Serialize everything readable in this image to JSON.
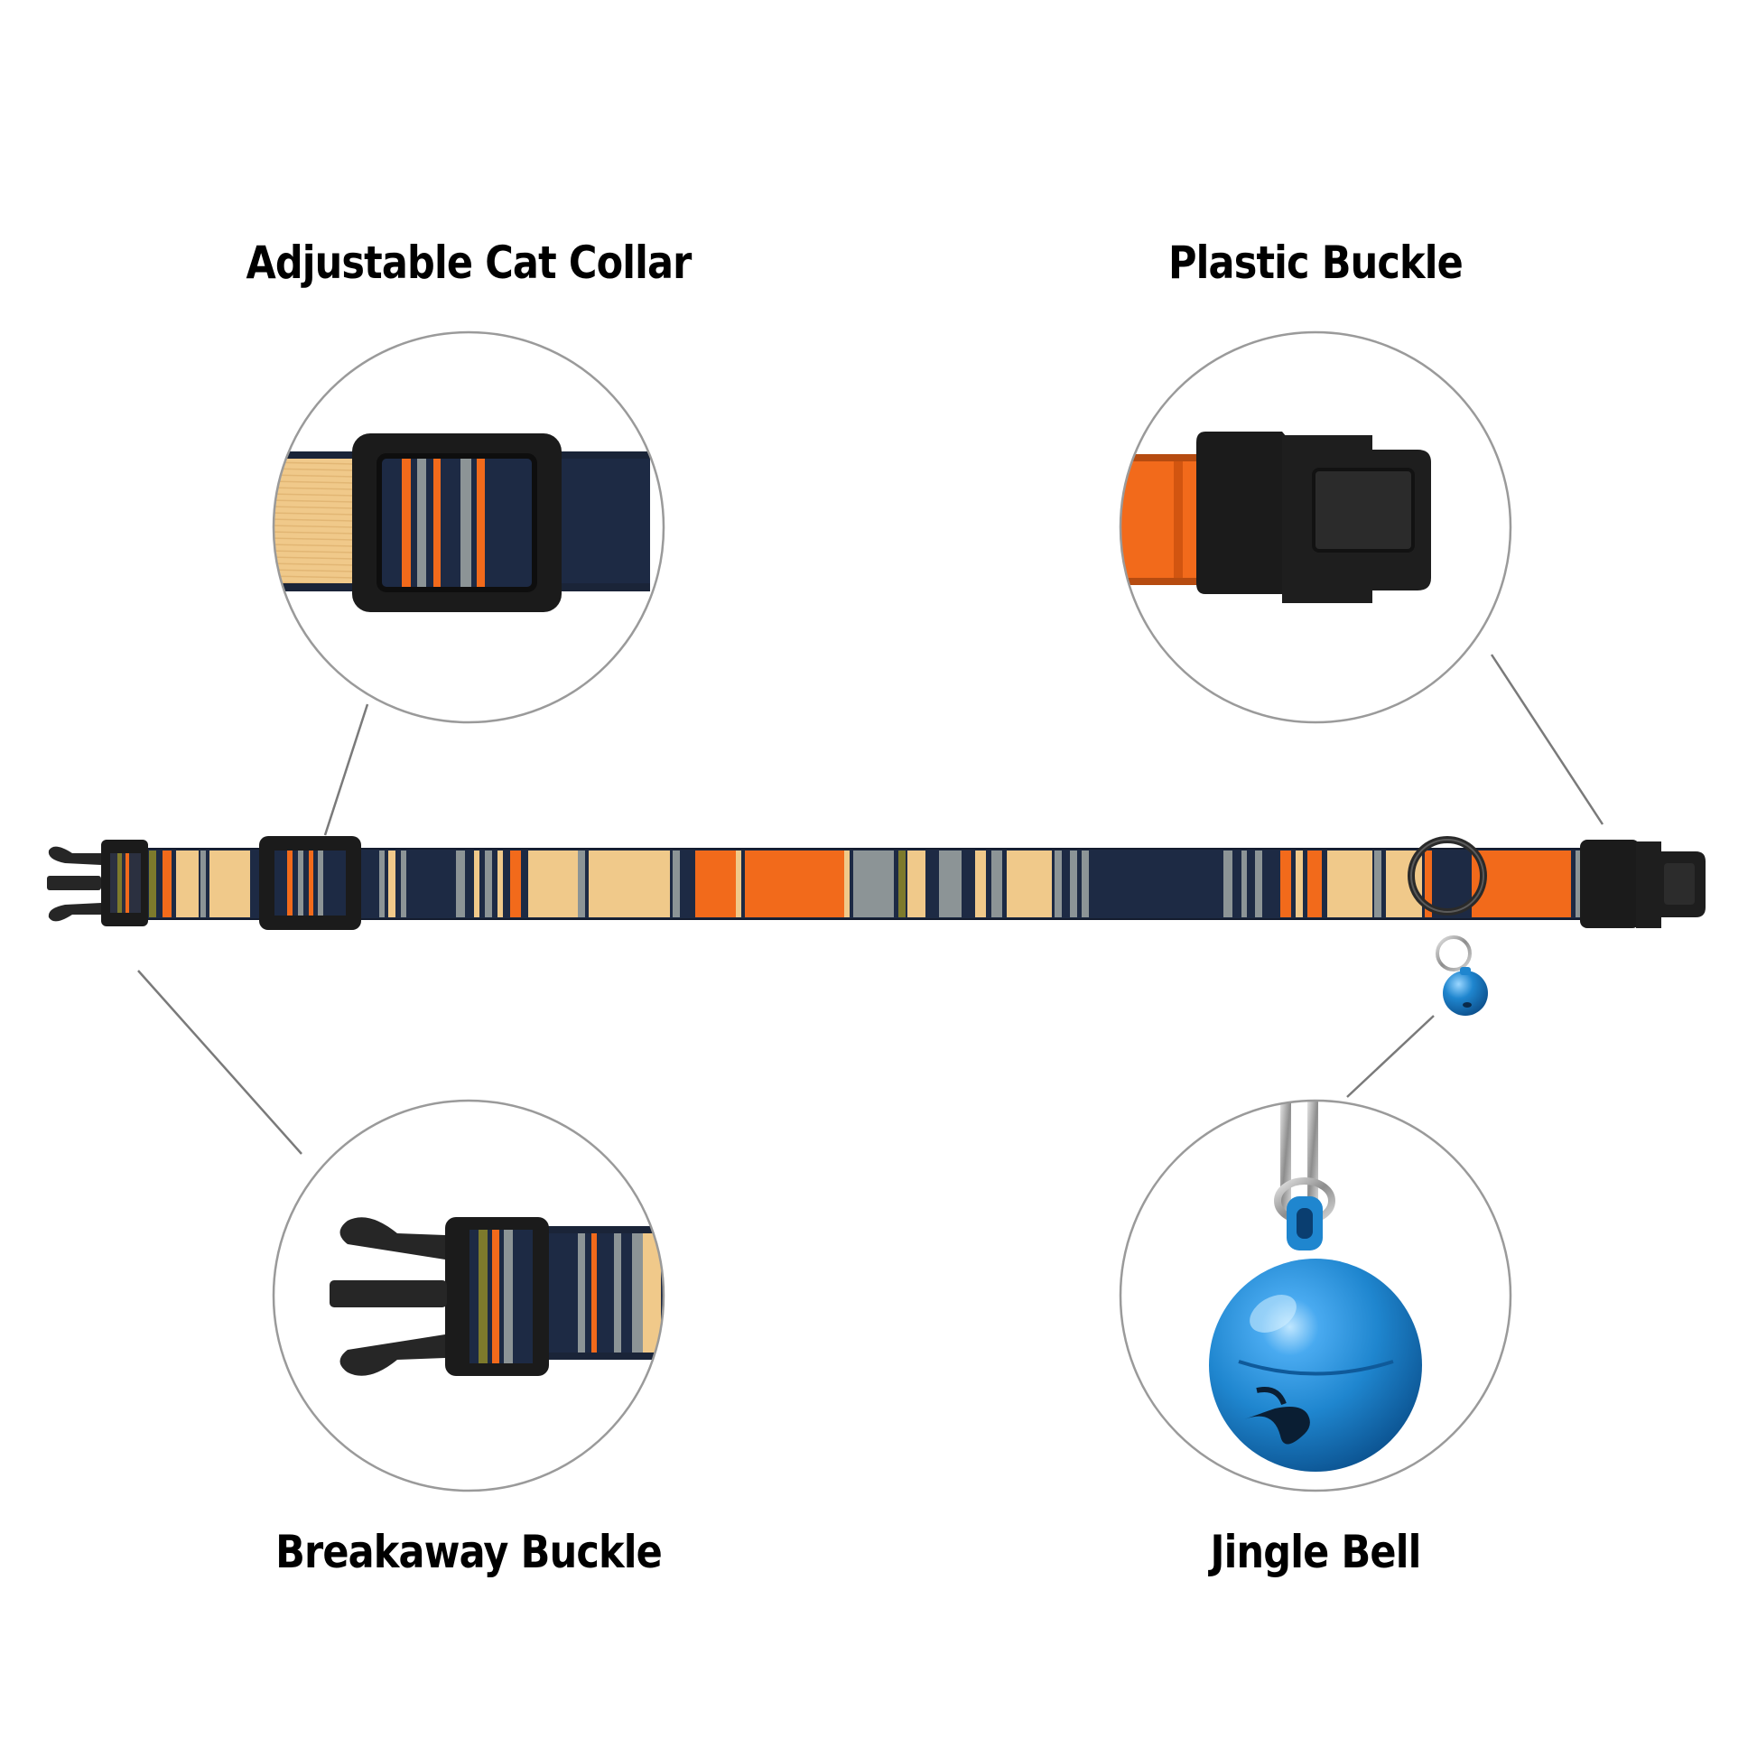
{
  "labels": {
    "adjustable_cat_collar": "Adjustable Cat Collar",
    "plastic_buckle": "Plastic Buckle",
    "breakaway_buckle": "Breakaway Buckle",
    "jingle_bell": "Jingle Bell"
  },
  "colors": {
    "navy": "#1d2a44",
    "orange": "#f26a1b",
    "tan": "#f0c98a",
    "gray": "#8c9496",
    "olive": "#7d7a2c",
    "buckle": "#1b1b1b",
    "bell": "#1f86cf",
    "circle_stroke": "#9a9a9a"
  }
}
